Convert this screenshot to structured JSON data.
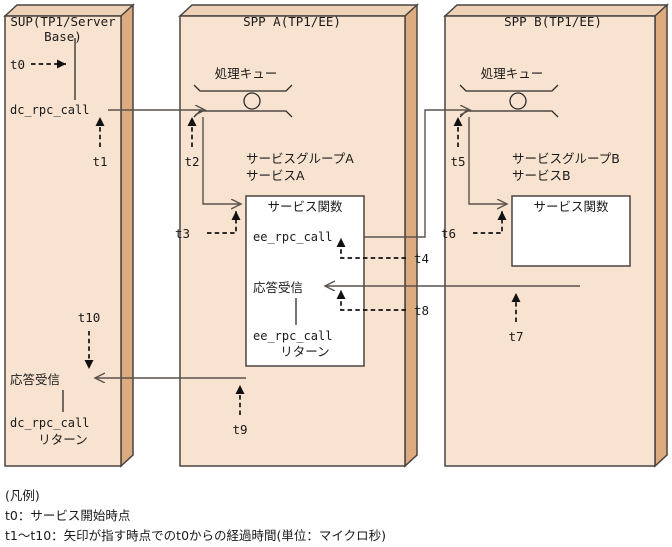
{
  "diagram": {
    "title_visible": false,
    "colors": {
      "panel_face": "#f8e3d0",
      "panel_side": "#dcab80",
      "panel_top": "#edd2b8",
      "panel_border": "#4a4440",
      "inner_box_fill": "#ffffff",
      "line": "#5a524e",
      "dashed_line": "#111111",
      "text": "#1a1a1a"
    },
    "panels": [
      {
        "id": "sup",
        "title_line1": "SUP(TP1/Server",
        "title_line2": "Base)",
        "labels": {
          "call": "dc_rpc_call",
          "response_receive": "応答受信",
          "return_line1": "dc_rpc_call",
          "return_line2": "リターン"
        }
      },
      {
        "id": "spp-a",
        "title": "SPP A(TP1/EE)",
        "queue_label": "処理キュー",
        "service_group": "サービスグループA",
        "service_name": "サービスA",
        "function_box_title": "サービス関数",
        "labels": {
          "ee_call": "ee_rpc_call",
          "response_receive": "応答受信",
          "return_line1": "ee_rpc_call",
          "return_line2": "リターン"
        }
      },
      {
        "id": "spp-b",
        "title": "SPP B(TP1/EE)",
        "queue_label": "処理キュー",
        "service_group": "サービスグループB",
        "service_name": "サービスB",
        "function_box_title": "サービス関数"
      }
    ],
    "time_markers": [
      {
        "id": "t0",
        "label": "t0",
        "direction": "right",
        "panel": "sup"
      },
      {
        "id": "t1",
        "label": "t1",
        "direction": "up",
        "panel": "sup"
      },
      {
        "id": "t2",
        "label": "t2",
        "direction": "up",
        "panel": "spp-a"
      },
      {
        "id": "t3",
        "label": "t3",
        "direction": "up",
        "panel": "spp-a"
      },
      {
        "id": "t4",
        "label": "t4",
        "direction": "up",
        "panel": "spp-a"
      },
      {
        "id": "t5",
        "label": "t5",
        "direction": "up",
        "panel": "spp-b"
      },
      {
        "id": "t6",
        "label": "t6",
        "direction": "up",
        "panel": "spp-b"
      },
      {
        "id": "t7",
        "label": "t7",
        "direction": "up",
        "panel": "spp-b"
      },
      {
        "id": "t8",
        "label": "t8",
        "direction": "up",
        "panel": "spp-a"
      },
      {
        "id": "t9",
        "label": "t9",
        "direction": "up",
        "panel": "spp-a"
      },
      {
        "id": "t10",
        "label": "t10",
        "direction": "down",
        "panel": "sup"
      }
    ],
    "legend": {
      "header": "(凡例)",
      "line1": "t0：サービス開始時点",
      "line2": "t1～t10：矢印が指す時点でのt0からの経過時間(単位：マイクロ秒)"
    }
  }
}
